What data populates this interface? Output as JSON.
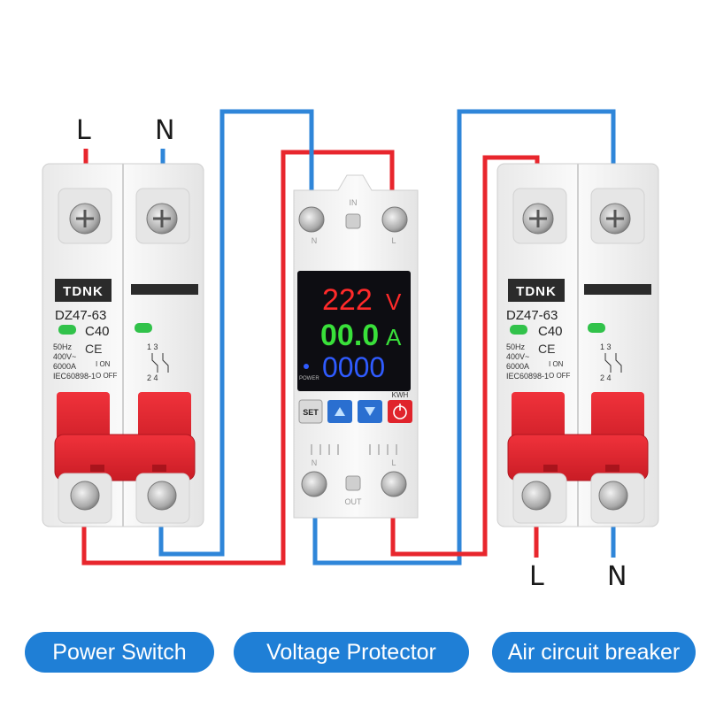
{
  "wire_labels": {
    "top_left_l": "L",
    "top_left_n": "N",
    "bottom_right_l": "L",
    "bottom_right_n": "N"
  },
  "breaker_left": {
    "brand": "TDNK",
    "model": "DZ47-63",
    "rating": "C40",
    "spec_freq": "50Hz",
    "spec_volt": "400V~",
    "spec_cap": "6000A",
    "spec_std": "IEC60898-1",
    "on_label": "I ON",
    "off_label": "O OFF",
    "terminals_top": "1 3",
    "terminals_bottom": "2 4"
  },
  "breaker_right": {
    "brand": "TDNK",
    "model": "DZ47-63",
    "rating": "C40",
    "spec_freq": "50Hz",
    "spec_volt": "400V~",
    "spec_cap": "6000A",
    "spec_std": "IEC60898-1",
    "on_label": "I ON",
    "off_label": "O OFF",
    "terminals_top": "1 3",
    "terminals_bottom": "2 4"
  },
  "protector": {
    "voltage": "222",
    "voltage_unit": "V",
    "current": "00.0",
    "current_unit": "A",
    "energy": "0000",
    "power_label": "POWER",
    "kwh_label": "KWH",
    "set_label": "SET",
    "in_label": "IN",
    "out_label": "OUT",
    "n_label": "N",
    "l_label": "L"
  },
  "captions": {
    "power_switch": "Power Switch",
    "voltage_protector": "Voltage Protector",
    "air_breaker": "Air circuit breaker"
  },
  "colors": {
    "live_wire": "#e8262d",
    "neutral_wire": "#2f86d9",
    "handle": "#e52630",
    "pill": "#1f7fd6",
    "display_red": "#ff2a2a",
    "display_green": "#39e03a",
    "display_blue": "#2f5bff"
  }
}
